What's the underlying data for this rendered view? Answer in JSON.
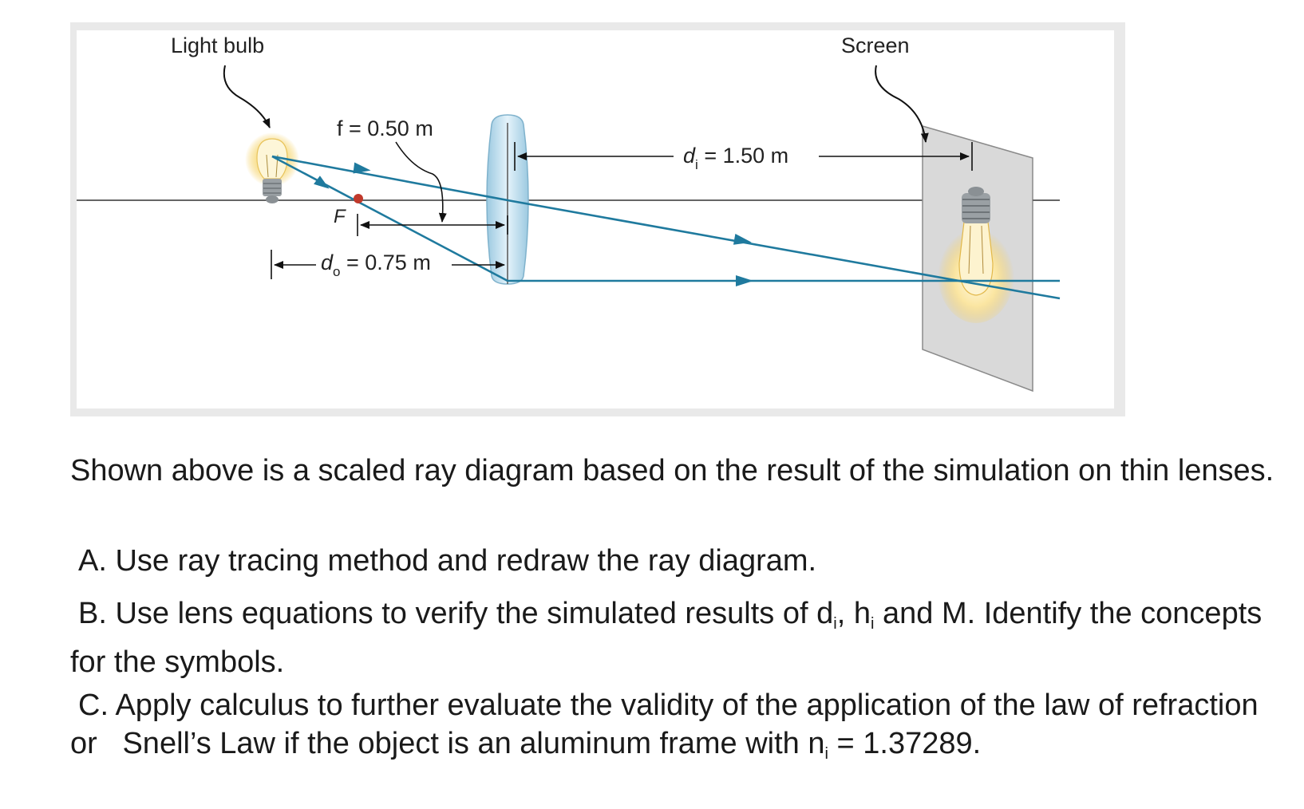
{
  "diagram": {
    "label_light_bulb": "Light bulb",
    "label_screen": "Screen",
    "focal_label": "f = 0.50 m",
    "focal_point_label": "F",
    "di_symbol": "d",
    "di_sub": "i",
    "di_value": " = 1.50 m",
    "do_symbol": "d",
    "do_sub": "o",
    "do_value": " = 0.75 m",
    "colors": {
      "ray": "#1f7a9e",
      "axis": "#666666",
      "focal_dot": "#c0392b",
      "lens": "#bcdcec",
      "screen": "#d8d8d8",
      "bulb_glow": "#f6d36b"
    }
  },
  "text": {
    "intro": "Shown above is a scaled ray diagram based on the result of the simulation on thin lenses.",
    "a": "A. Use ray tracing method and redraw the ray diagram.",
    "b_part1": "B. Use lens equations to verify the simulated results of d",
    "b_sub1": "i",
    "b_part2": ", h",
    "b_sub2": "i",
    "b_part3": " and M. Identify the concepts for the symbols.",
    "c_part1": "C. Apply calculus to further evaluate the validity of the application of the law of refraction or   Snell’s Law if the object is an aluminum frame with n",
    "c_sub": "i",
    "c_part2": " = 1.37289."
  }
}
